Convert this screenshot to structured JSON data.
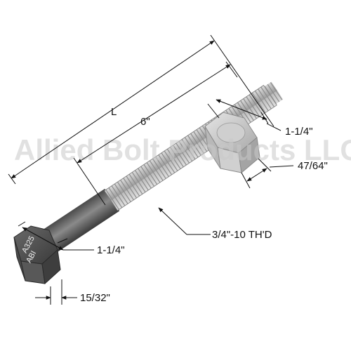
{
  "watermark": "Allied Bolt Products LLC",
  "dimensions": {
    "overall_length": "L",
    "thread_length": "6\"",
    "nut_width": "1-1/4\"",
    "nut_thickness": "47/64\"",
    "thread_spec": "3/4\"-10 TH'D",
    "head_width": "1-1/4\"",
    "head_thickness": "15/32\""
  },
  "head_stamp": {
    "grade": "A325",
    "maker": "ABI"
  },
  "colors": {
    "steel_dark": "#5a5a5a",
    "steel_mid": "#9a9a9a",
    "steel_light": "#dcdcdc",
    "dimension_line": "#111111"
  }
}
